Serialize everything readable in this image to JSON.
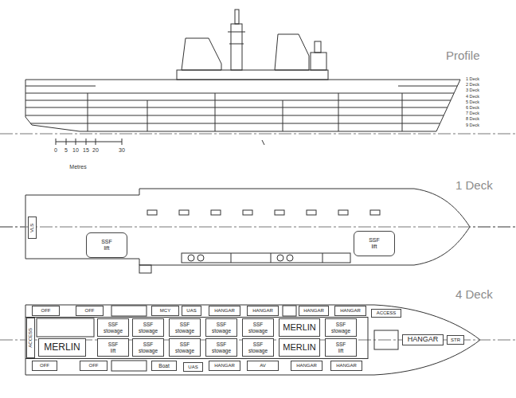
{
  "diagram": {
    "nodes": [
      {
        "text": [
          "VLS"
        ]
      },
      {
        "text": [
          "SSF lift"
        ]
      },
      {
        "text": [
          "SSF lift"
        ]
      },
      {
        "text": [
          "OFF"
        ]
      },
      {
        "text": [
          "OFF"
        ]
      },
      {
        "text": [
          "MCY"
        ]
      },
      {
        "text": [
          "UAS"
        ]
      },
      {
        "text": [
          "HANGAR"
        ]
      },
      {
        "text": [
          "HANGAR"
        ]
      },
      {
        "text": [
          "HANGAR"
        ]
      },
      {
        "text": [
          "HANGAR"
        ]
      },
      {
        "text": [
          "ACCESS"
        ]
      },
      {
        "text": [
          "ACCESS"
        ]
      },
      {
        "text": [
          "SSF stowage"
        ]
      },
      {
        "text": [
          "SSF stowage"
        ]
      },
      {
        "text": [
          "SSF stowage"
        ]
      },
      {
        "text": [
          "SSF stowage"
        ]
      },
      {
        "text": [
          "SSF stowage"
        ]
      },
      {
        "text": [
          "MERLIN"
        ]
      },
      {
        "text": [
          "SSF stowage"
        ]
      },
      {
        "text": [
          "MERLIN"
        ]
      },
      {
        "text": [
          "SSF lift"
        ]
      },
      {
        "text": [
          "SSF stowage"
        ]
      },
      {
        "text": [
          "SSF stowage"
        ]
      },
      {
        "text": [
          "SSF stowage"
        ]
      },
      {
        "text": [
          "SSF stowage"
        ]
      },
      {
        "text": [
          "MERLIN"
        ]
      },
      {
        "text": [
          "SSF lift"
        ]
      },
      {
        "text": [
          "HANGAR"
        ]
      },
      {
        "text": [
          "STR"
        ]
      },
      {
        "text": [
          "OFF"
        ]
      },
      {
        "text": [
          "OFF"
        ]
      },
      {
        "text": [
          "Boat"
        ]
      },
      {
        "text": [
          "UAS"
        ]
      },
      {
        "text": [
          "HANGAR"
        ]
      },
      {
        "text": [
          "AV"
        ]
      },
      {
        "text": [
          "HANGAR"
        ]
      },
      {
        "text": [
          "HANGAR"
        ]
      }
    ],
    "labels": [
      "Profile",
      "1 Deck",
      "2 Deck",
      "3 Deck",
      "4 Deck",
      "5 Deck",
      "6 Deck",
      "7 Deck",
      "8 Deck",
      "9 Deck",
      "0",
      "5",
      "10",
      "15",
      "20",
      "30",
      "Metres",
      "1 Deck",
      "4 Deck"
    ]
  }
}
